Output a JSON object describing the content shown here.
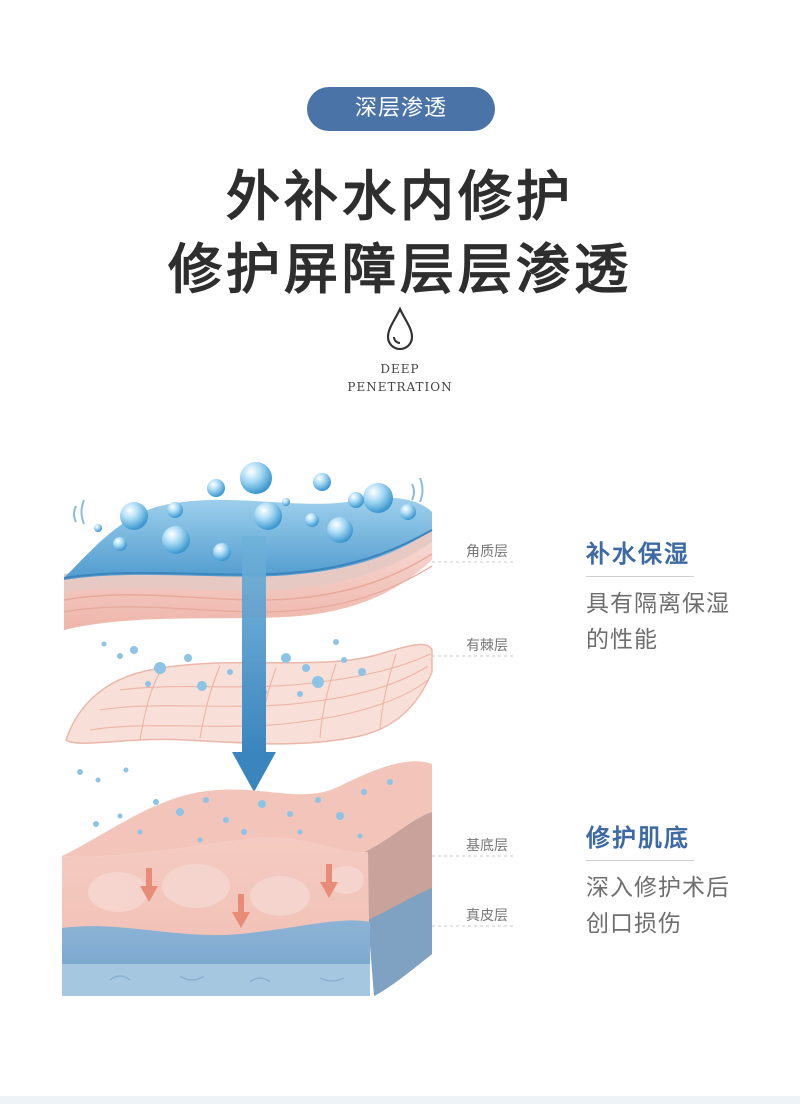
{
  "badge": "深层渗透",
  "headline": {
    "line1": "外补水内修护",
    "line2": "修护屏障层层渗透"
  },
  "subtitle_en": {
    "line1": "DEEP",
    "line2": "PENETRATION"
  },
  "layers": {
    "stratum_corneum": "角质层",
    "spinous": "有棘层",
    "basal": "基底层",
    "dermis": "真皮层"
  },
  "features": [
    {
      "title": "补水保湿",
      "desc_line1": "具有隔离保湿",
      "desc_line2": "的性能"
    },
    {
      "title": "修护肌底",
      "desc_line1": "深入修护术后",
      "desc_line2": "创口损伤"
    }
  ],
  "colors": {
    "accent": "#4a73a8",
    "title_blue": "#3e6aa3",
    "headline": "#2e2e2e"
  }
}
